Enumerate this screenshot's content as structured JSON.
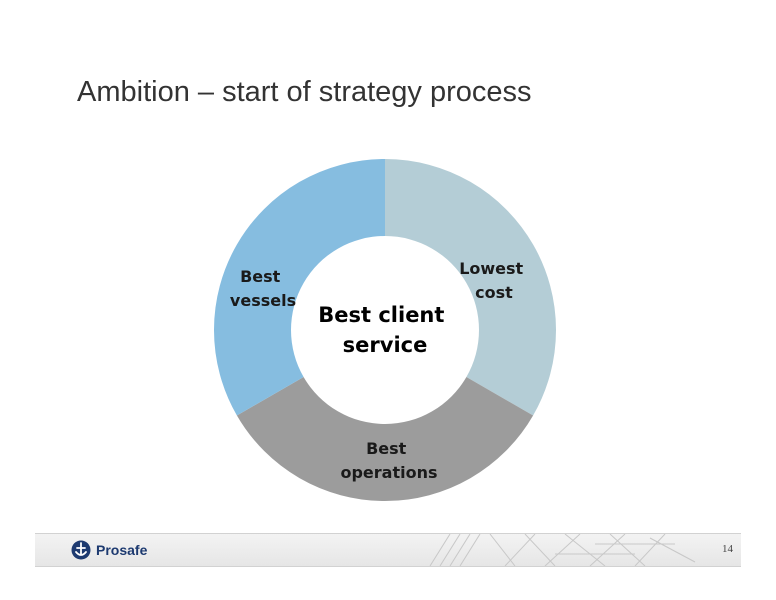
{
  "slide": {
    "title": "Ambition – start of strategy process",
    "page_number": "14"
  },
  "diagram": {
    "center": {
      "line1": "Best client",
      "line2": "service"
    },
    "segments": [
      {
        "line1": "Lowest",
        "line2": "cost",
        "color": "#b4cdd6"
      },
      {
        "line1": "Best",
        "line2": "operations",
        "color": "#9c9c9c"
      },
      {
        "line1": "Best",
        "line2": "vessels",
        "color": "#86bde0"
      }
    ]
  },
  "footer": {
    "logo_text": "Prosafe",
    "logo_color": "#1d3a70"
  }
}
